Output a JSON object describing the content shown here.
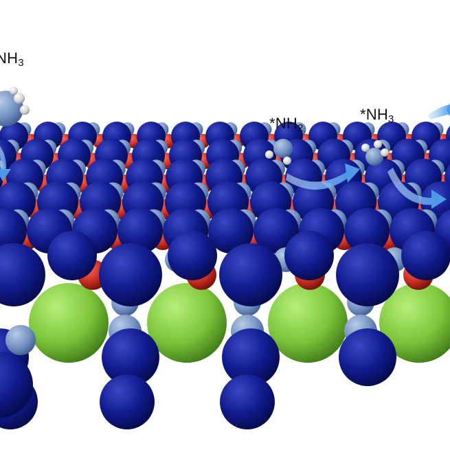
{
  "labels": {
    "left_nh3": {
      "main": "NH",
      "sub": "3"
    },
    "star_nh2": {
      "main": "*NH",
      "sub": "2"
    },
    "star_nh3": {
      "main": "*NH",
      "sub": "3"
    }
  },
  "colors": {
    "background": "#ffffff",
    "atom_blue_dark": "#0f1a8c",
    "atom_blue_light": "#7f9cc9",
    "atom_red": "#c62a1e",
    "atom_green": "#7cc43a",
    "atom_hydrogen": "#d9d9d9",
    "arrow": "#6fb1f0"
  },
  "icons": [
    "curved-arrow-icon",
    "molecule-nh3",
    "molecule-nh2"
  ]
}
